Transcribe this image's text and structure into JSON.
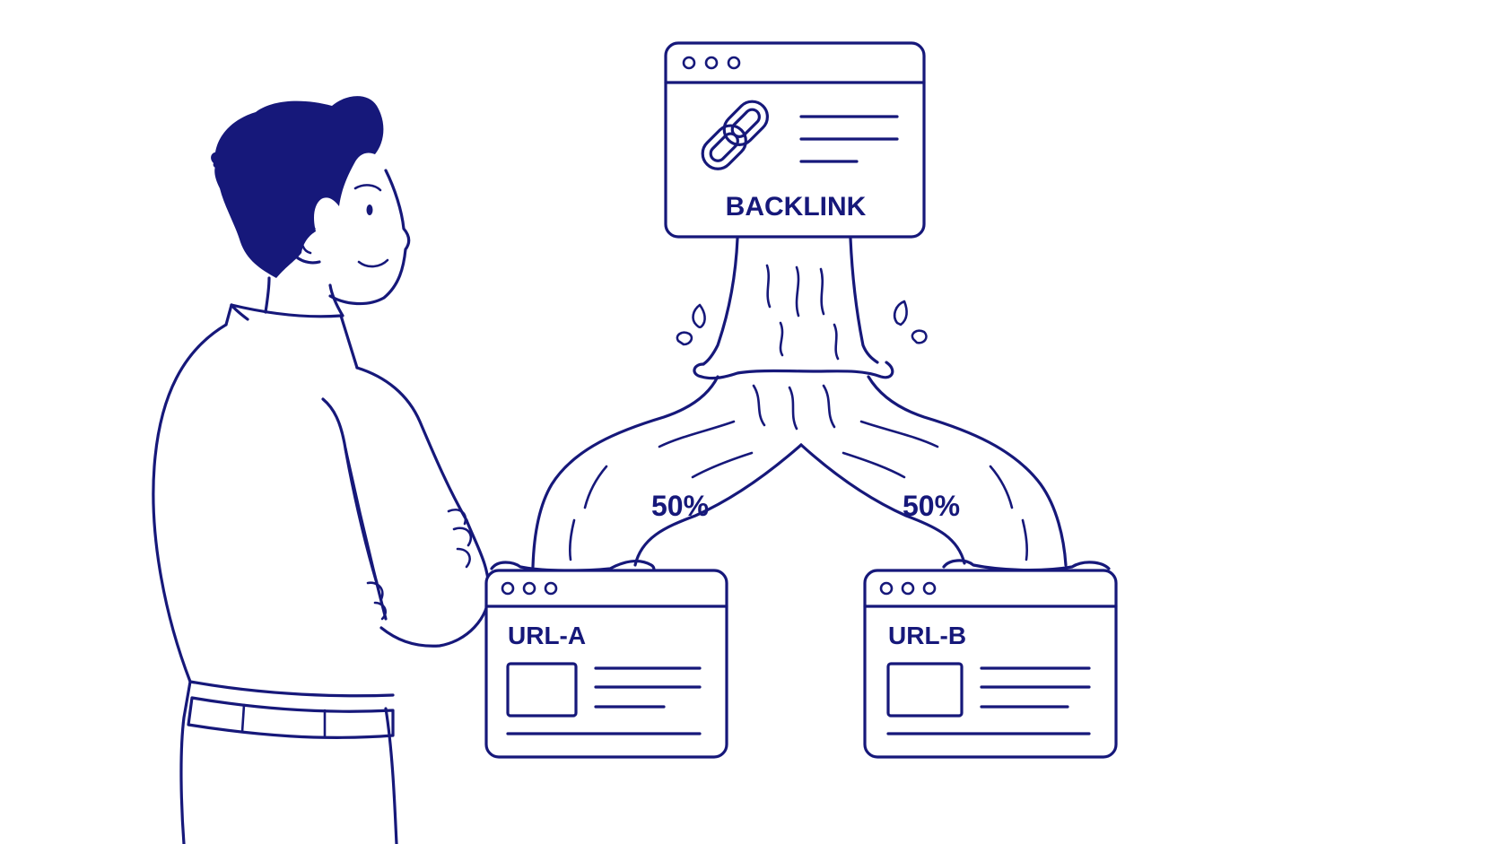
{
  "colors": {
    "ink": "#16187a",
    "background": "#ffffff"
  },
  "source": {
    "label": "BACKLINK",
    "icon": "chain-link-icon"
  },
  "targets": [
    {
      "label": "URL-A",
      "share": "50%"
    },
    {
      "label": "URL-B",
      "share": "50%"
    }
  ],
  "figure": {
    "icon": "person-arms-crossed"
  }
}
